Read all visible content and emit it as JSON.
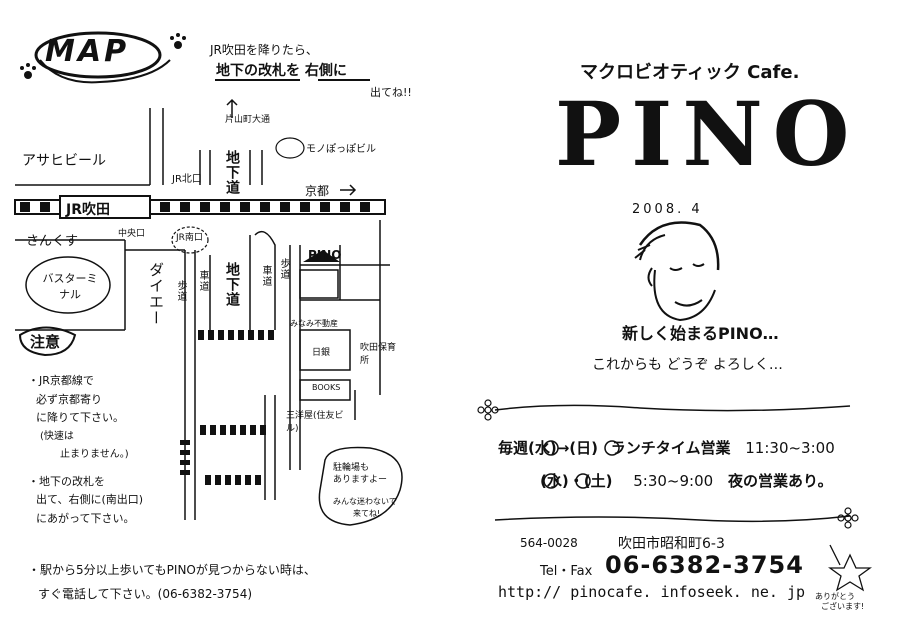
{
  "map": {
    "title": "MAP",
    "intro": [
      "JR吹田を降りたら、",
      "地下の改札を 右側に",
      "出てね!!"
    ],
    "labels": {
      "asahi": "アサヒビール",
      "jr_north": "JR北口",
      "katayama": "片山町大通",
      "mono_building": "モノぽっぽビル",
      "chikado_top": "地下道",
      "kyoto": "京都",
      "jr_suita": "JR吹田",
      "sankusu": "さんくす",
      "naka_exit": "中央口",
      "jr_south": "JR南口",
      "bus": "バスターミナル",
      "daiei": "ダイエー",
      "hodo_left": "歩道",
      "shado": "車道",
      "chikado_mid": "地下道",
      "hodo_right": "歩道",
      "shado_right": "車道",
      "pino": "PINO",
      "fudosan": "みなみ不動産",
      "nichigin": "日銀",
      "books": "BOOKS",
      "hoikusho": "吹田保育所",
      "shiriya": "三洋屋(住友ビル)",
      "parking": [
        "駐輪場も",
        "ありますよー"
      ],
      "parking_note": [
        "みんな迷わないで",
        "来てね!"
      ]
    },
    "caution_title": "注意",
    "caution": [
      "・JR京都線で",
      "必ず京都寄り",
      "に降りて下さい。",
      "(快速は",
      "止まりません。)",
      "・地下の改札を",
      "出て、右側に(南出口)",
      "にあがって下さい。"
    ],
    "footer": [
      "・駅から5分以上歩いてもPINOが見つからない時は、",
      "すぐ電話して下さい。(06-6382-3754)"
    ]
  },
  "info": {
    "subtitle": "マクロビオティック Cafe.",
    "logo": "PINO",
    "date": "2008. 4",
    "greeting1": "新しく始まるPINO…",
    "greeting2": "これからも どうぞ よろしく…",
    "hours1": {
      "days": "毎週(水)→(日)",
      "label": "ランチタイム営業",
      "time": "11:30~3:00"
    },
    "hours2": {
      "days": "(水)・(土)",
      "time": "5:30~9:00",
      "label": "夜の営業あり。"
    },
    "postal": "564-0028",
    "address": "吹田市昭和町6-3",
    "tel_label": "Tel・Fax",
    "tel": "06-6382-3754",
    "url": "http:// pinocafe. infoseek. ne. jp",
    "thanks": [
      "ありがとう",
      "ございます!"
    ]
  },
  "colors": {
    "ink": "#111111",
    "paper": "#ffffff"
  }
}
